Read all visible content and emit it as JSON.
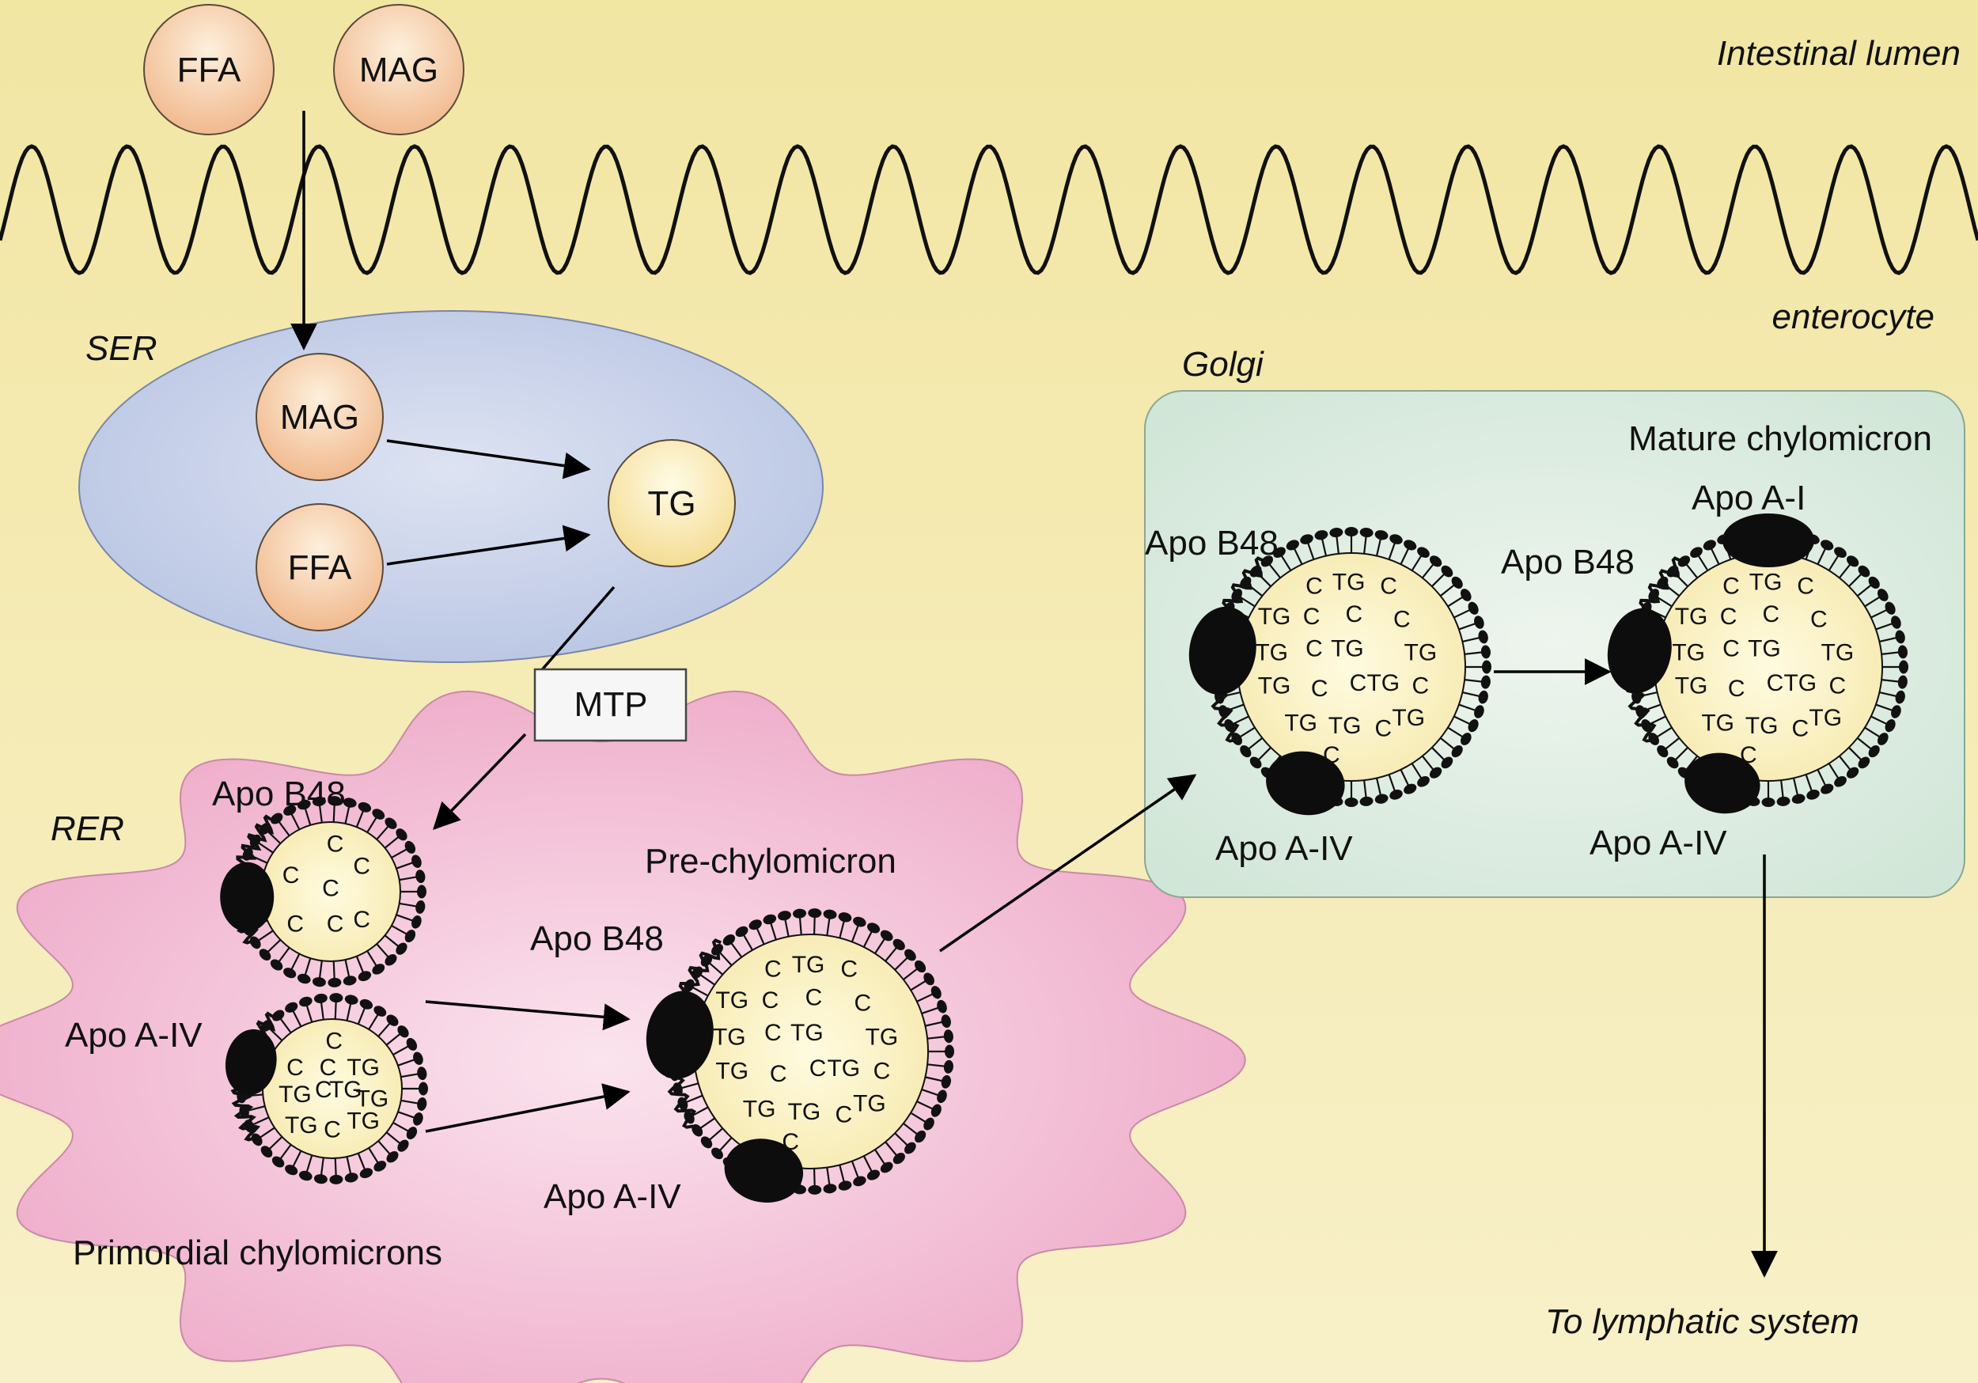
{
  "regions": {
    "lumen": "Intestinal lumen",
    "enterocyte": "enterocyte",
    "ser": "SER",
    "golgi": "Golgi",
    "rer": "RER"
  },
  "lumen_molecules": {
    "ffa": "FFA",
    "mag": "MAG"
  },
  "ser_molecules": {
    "mag": "MAG",
    "ffa": "FFA",
    "tg": "TG"
  },
  "mtp": "MTP",
  "rer": {
    "apo_b48": "Apo B48",
    "apo_a4": "Apo A-IV",
    "primordial": "Primordial chylomicrons",
    "pre_title": "Pre-chylomicron",
    "pre_apo_b48": "Apo B48",
    "pre_apo_a4": "Apo A-IV"
  },
  "golgi": {
    "mature_title": "Mature chylomicron",
    "apo_b48_left": "Apo B48",
    "apo_a4_left": "Apo A-IV",
    "apo_b48_right": "Apo B48",
    "apo_a1": "Apo A-I",
    "apo_a4_right": "Apo A-IV"
  },
  "destination": "To lymphatic system",
  "core_labels": {
    "tg": "TG",
    "c": "C"
  },
  "colors": {
    "background": "#f5ecb0",
    "ser": "#c5cfe6",
    "rer": "#ecaac8",
    "golgi": "#d8eadc",
    "particle_core": "#fbf3c4",
    "lumen_molecule": "#f5caa0",
    "tg_molecule": "#fbeab0"
  }
}
